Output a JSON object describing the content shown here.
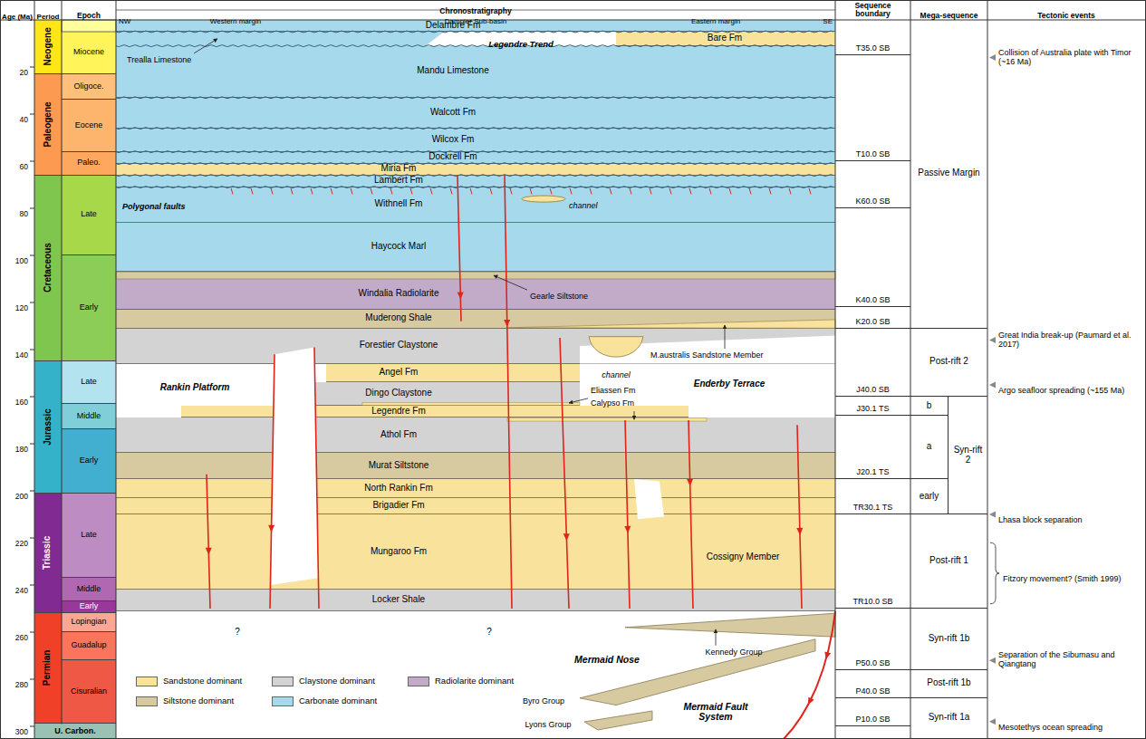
{
  "diagram": {
    "nodes": [
      {
        "text": [
          "Neogene"
        ]
      },
      {
        "text": [
          "Paleogene"
        ]
      },
      {
        "text": [
          "Cretaceous"
        ]
      },
      {
        "text": [
          "Jurassic"
        ]
      },
      {
        "text": [
          "Triassic"
        ]
      },
      {
        "text": [
          "Permian"
        ]
      },
      {
        "text": [
          "U. Carbon."
        ]
      },
      {
        "text": [
          "Miocene"
        ]
      },
      {
        "text": [
          "Oligoce."
        ]
      },
      {
        "text": [
          "Eocene"
        ]
      },
      {
        "text": [
          "Paleo."
        ]
      },
      {
        "text": [
          "Late"
        ]
      },
      {
        "text": [
          "Early"
        ]
      },
      {
        "text": [
          "Late"
        ]
      },
      {
        "text": [
          "Middle"
        ]
      },
      {
        "text": [
          "Early"
        ]
      },
      {
        "text": [
          "Late"
        ]
      },
      {
        "text": [
          "Middle"
        ]
      },
      {
        "text": [
          "Early"
        ]
      },
      {
        "text": [
          "Lopingian"
        ]
      },
      {
        "text": [
          "Guadalup"
        ]
      },
      {
        "text": [
          "Cisuralian"
        ]
      },
      {
        "text": [
          "Delambre Fm"
        ]
      },
      {
        "text": [
          "Bare Fm"
        ]
      },
      {
        "text": [
          "Mandu Limestone"
        ]
      },
      {
        "text": [
          "Walcott Fm"
        ]
      },
      {
        "text": [
          "Wilcox Fm"
        ]
      },
      {
        "text": [
          "Dockrell Fm"
        ]
      },
      {
        "text": [
          "Miria Fm"
        ]
      },
      {
        "text": [
          "Lambert Fm"
        ]
      },
      {
        "text": [
          "Withnell Fm"
        ]
      },
      {
        "text": [
          "Haycock Marl"
        ]
      },
      {
        "text": [
          "Windalia Radiolarite"
        ]
      },
      {
        "text": [
          "Muderong Shale"
        ]
      },
      {
        "text": [
          "Forestier Claystone"
        ]
      },
      {
        "text": [
          "Angel Fm"
        ]
      },
      {
        "text": [
          "Dingo Claystone"
        ]
      },
      {
        "text": [
          "Legendre Fm"
        ]
      },
      {
        "text": [
          "Athol Fm"
        ]
      },
      {
        "text": [
          "Murat Siltstone"
        ]
      },
      {
        "text": [
          "North Rankin Fm"
        ]
      },
      {
        "text": [
          "Brigadier Fm"
        ]
      },
      {
        "text": [
          "Mungaroo Fm"
        ]
      },
      {
        "text": [
          "Locker Shale"
        ]
      },
      {
        "text": [
          "T35.0 SB"
        ]
      },
      {
        "text": [
          "T10.0 SB"
        ]
      },
      {
        "text": [
          "K60.0 SB"
        ]
      },
      {
        "text": [
          "K40.0 SB"
        ]
      },
      {
        "text": [
          "K20.0 SB"
        ]
      },
      {
        "text": [
          "J40.0 SB"
        ]
      },
      {
        "text": [
          "J30.1 TS"
        ]
      },
      {
        "text": [
          "J20.1 TS"
        ]
      },
      {
        "text": [
          "TR30.1 TS"
        ]
      },
      {
        "text": [
          "TR10.0 SB"
        ]
      },
      {
        "text": [
          "P50.0 SB"
        ]
      },
      {
        "text": [
          "P40.0 SB"
        ]
      },
      {
        "text": [
          "P10.0 SB"
        ]
      },
      {
        "text": [
          "Passive Margin"
        ]
      },
      {
        "text": [
          "Post-rift 2"
        ]
      },
      {
        "text": [
          "b"
        ]
      },
      {
        "text": [
          "Syn-rift 2"
        ]
      },
      {
        "text": [
          "a"
        ]
      },
      {
        "text": [
          "early"
        ]
      },
      {
        "text": [
          "Post-rift 1"
        ]
      },
      {
        "text": [
          "Syn-rift 1b"
        ]
      },
      {
        "text": [
          "Post-rift 1b"
        ]
      },
      {
        "text": [
          "Syn-rift 1a"
        ]
      }
    ],
    "labels": [
      "Age (Ma)",
      "Period",
      "Epoch",
      "Chronostratigraphy",
      "NW",
      "Western margin",
      "Dampier Sub-basin",
      "Eastern margin",
      "SE",
      "Sequence boundary",
      "Mega-sequence",
      "Tectonic events",
      "20",
      "40",
      "60",
      "80",
      "100",
      "120",
      "140",
      "160",
      "180",
      "200",
      "220",
      "240",
      "260",
      "280",
      "300",
      "Trealla Limestone",
      "Legendre Trend",
      "Polygonal faults",
      "channel",
      "Gearle Siltstone",
      "M.australis Sandstone Member",
      "channel",
      "Rankin Platform",
      "Enderby Terrace",
      "Eliassen Fm",
      "Calypso Fm",
      "Cossigny Member",
      "?",
      "?",
      "Mermaid Nose",
      "Kennedy Group",
      "Byro Group",
      "Lyons Group",
      "Mermaid Fault System",
      "Collision of Australia plate with Timor (~16 Ma)",
      "Great India break-up (Paumard et al. 2017)",
      "Argo seafloor spreading (~155 Ma)",
      "Lhasa block separation",
      "Fitzory movement? (Smith 1999)",
      "Separation of the Sibumasu and Qiangtang",
      "Mesotethys ocean spreading"
    ],
    "legend": [
      {
        "text": "Sandstone dominant",
        "color": "#f8e29c"
      },
      {
        "text": "Claystone dominant",
        "color": "#d3d3d3"
      },
      {
        "text": "Radiolarite dominant",
        "color": "#c1abc9"
      },
      {
        "text": "Siltstone dominant",
        "color": "#d8caa0"
      },
      {
        "text": "Carbonate dominant",
        "color": "#a6d9ec"
      }
    ]
  }
}
